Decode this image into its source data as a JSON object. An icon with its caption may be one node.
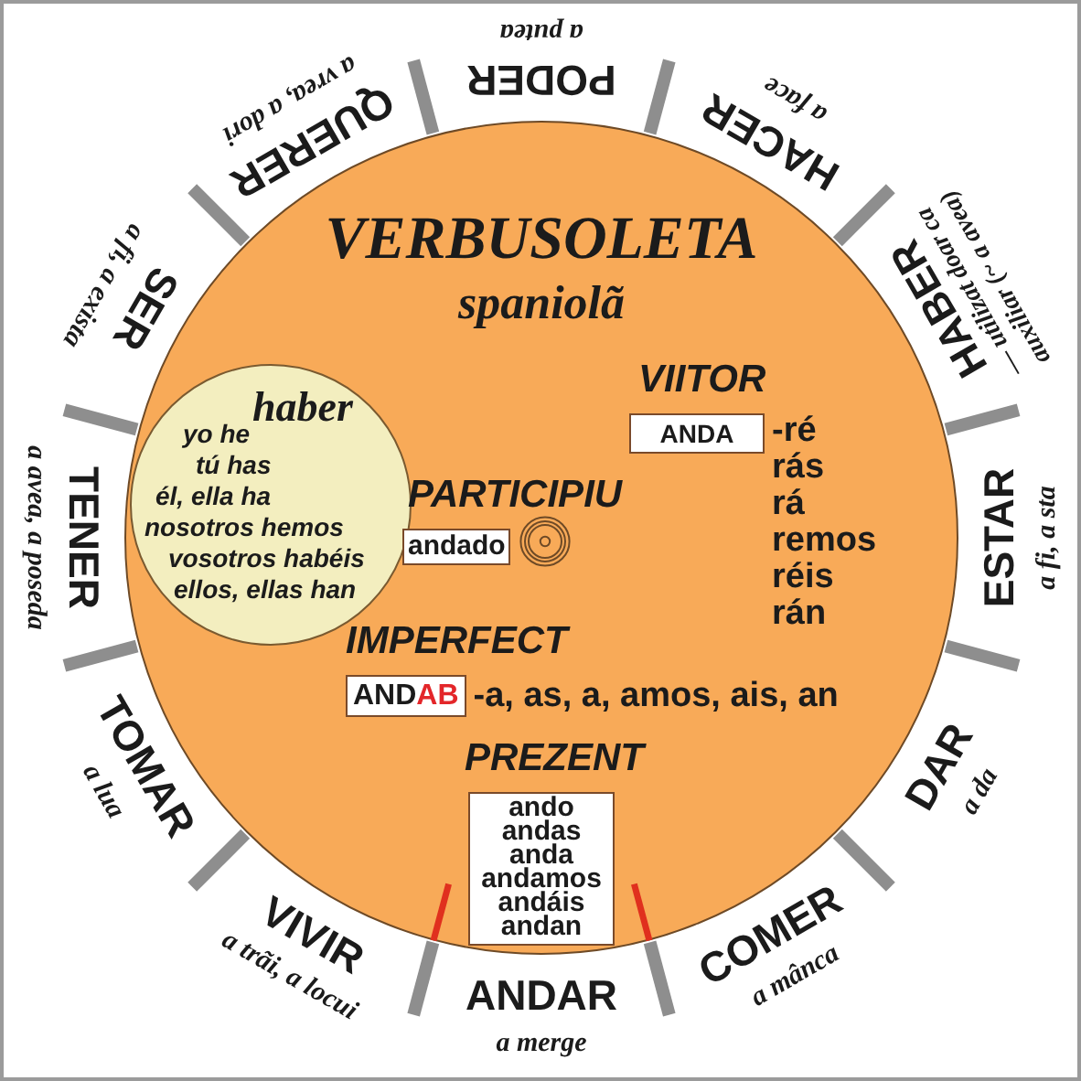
{
  "diagram": {
    "nodes": [
      {
        "text": [
          "VERBUSOLETA",
          "spaniolã"
        ]
      },
      {
        "text": [
          "haber",
          "yo he",
          "tú has",
          "él, ella ha",
          "nosotros hemos",
          "vosotros habéis",
          "ellos, ellas han"
        ],
        "in": 0
      },
      {
        "text": [
          "VIITOR",
          "ANDA"
        ],
        "beside": [
          "-ré",
          "rás",
          "rá",
          "remos",
          "réis",
          "rán"
        ],
        "in": 0
      },
      {
        "text": [
          "PARTICIPIU",
          "andado"
        ],
        "in": 0
      },
      {
        "text": [
          "IMPERFECT",
          "AND**AB**"
        ],
        "beside": [
          "-a, as, a, amos, ais, an"
        ],
        "in": 0
      },
      {
        "text": [
          "PREZENT",
          "ando",
          "andas",
          "anda",
          "andamos",
          "andáis",
          "andan"
        ],
        "in": 0
      }
    ],
    "labels": [
      "PODER",
      "a putea",
      "HACER",
      "a face",
      "HABER",
      "— utilizat doar ca auxiliar (~ a avea)",
      "ESTAR",
      "a fi, a sta",
      "DAR",
      "a da",
      "COMER",
      "a mânca",
      "ANDAR",
      "a merge",
      "VIVIR",
      "a trãi, a locui",
      "TOMAR",
      "a lua",
      "a avea, a poseda",
      "TENER",
      "SER",
      "a fi, a exista",
      "QUERER",
      "a vrea, a dori"
    ]
  }
}
